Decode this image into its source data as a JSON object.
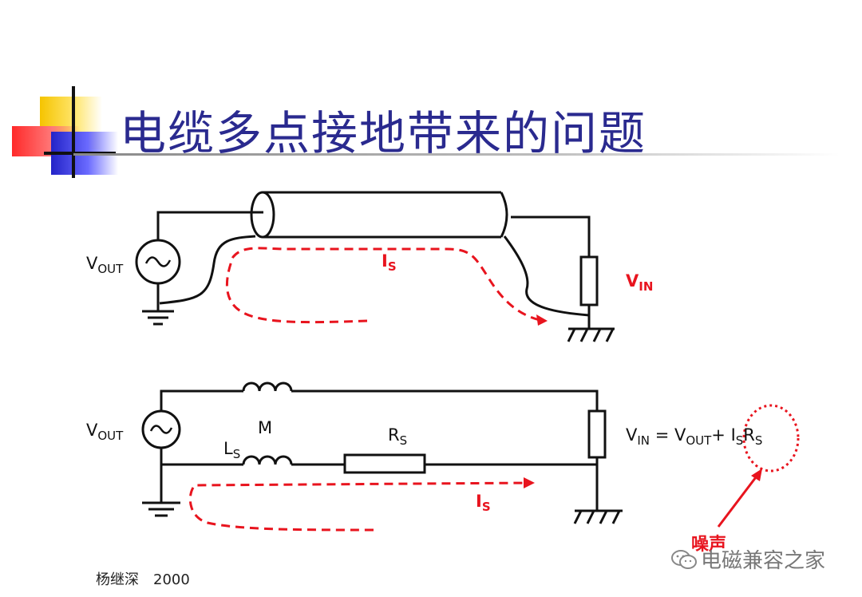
{
  "title": "电缆多点接地带来的问题",
  "top_circuit": {
    "vout": "V",
    "vout_sub": "OUT",
    "is": "I",
    "is_sub": "S",
    "vin": "V",
    "vin_sub": "IN"
  },
  "bottom_circuit": {
    "vout": "V",
    "vout_sub": "OUT",
    "m": "M",
    "ls": "L",
    "ls_sub": "S",
    "rs": "R",
    "rs_sub": "S",
    "is": "I",
    "is_sub": "S",
    "eq_v": "V",
    "eq_in": "IN",
    "eq_mid": " = V",
    "eq_out": "OUT",
    "eq_plus": "+ I",
    "eq_s1": "S",
    "eq_r": "R",
    "eq_s2": "S",
    "noise": "噪声"
  },
  "footer": "杨继深　2000",
  "watermark": "电磁兼容之家",
  "colors": {
    "title": "#2a2a8f",
    "accent_red": "#e8141e"
  }
}
